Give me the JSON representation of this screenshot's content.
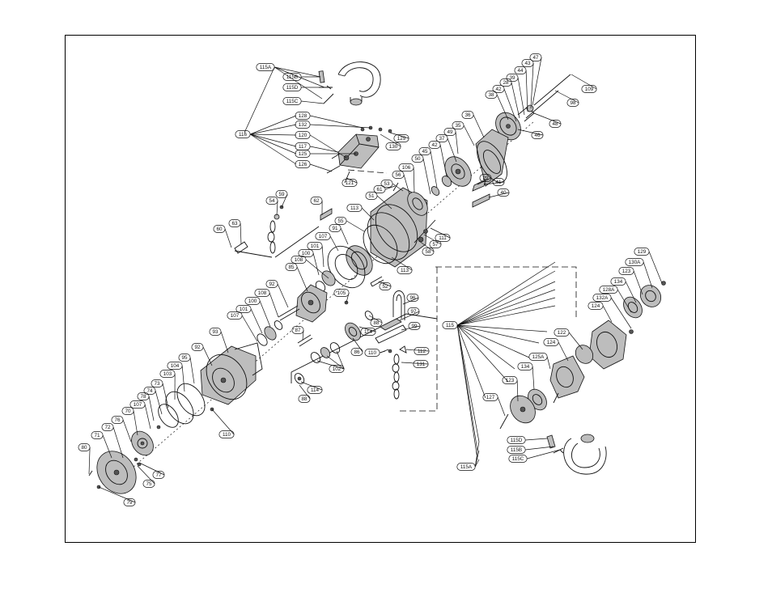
{
  "callouts": [
    {
      "label": "115A"
    },
    {
      "label": "115B"
    },
    {
      "label": "115D"
    },
    {
      "label": "115C"
    },
    {
      "label": "116"
    },
    {
      "label": "128"
    },
    {
      "label": "132"
    },
    {
      "label": "120"
    },
    {
      "label": "117"
    },
    {
      "label": "125"
    },
    {
      "label": "126"
    },
    {
      "label": "129"
    },
    {
      "label": "130"
    },
    {
      "label": "121"
    },
    {
      "label": "47"
    },
    {
      "label": "43"
    },
    {
      "label": "44"
    },
    {
      "label": "39"
    },
    {
      "label": "28"
    },
    {
      "label": "42"
    },
    {
      "label": "38"
    },
    {
      "label": "109"
    },
    {
      "label": "98"
    },
    {
      "label": "48"
    },
    {
      "label": "46"
    },
    {
      "label": "36"
    },
    {
      "label": "35"
    },
    {
      "label": "49"
    },
    {
      "label": "37"
    },
    {
      "label": "42"
    },
    {
      "label": "45"
    },
    {
      "label": "50"
    },
    {
      "label": "29"
    },
    {
      "label": "41"
    },
    {
      "label": "40"
    },
    {
      "label": "106"
    },
    {
      "label": "56"
    },
    {
      "label": "53"
    },
    {
      "label": "61"
    },
    {
      "label": "51"
    },
    {
      "label": "113"
    },
    {
      "label": "62"
    },
    {
      "label": "59"
    },
    {
      "label": "54"
    },
    {
      "label": "63"
    },
    {
      "label": "60"
    },
    {
      "label": "55"
    },
    {
      "label": "111"
    },
    {
      "label": "57"
    },
    {
      "label": "58"
    },
    {
      "label": "91"
    },
    {
      "label": "107"
    },
    {
      "label": "101"
    },
    {
      "label": "100"
    },
    {
      "label": "108"
    },
    {
      "label": "85"
    },
    {
      "label": "113"
    },
    {
      "label": "52"
    },
    {
      "label": "92"
    },
    {
      "label": "105"
    },
    {
      "label": "108"
    },
    {
      "label": "100"
    },
    {
      "label": "101"
    },
    {
      "label": "107"
    },
    {
      "label": "96"
    },
    {
      "label": "88"
    },
    {
      "label": "97"
    },
    {
      "label": "99"
    },
    {
      "label": "114"
    },
    {
      "label": "86"
    },
    {
      "label": "87"
    },
    {
      "label": "112"
    },
    {
      "label": "110"
    },
    {
      "label": "102"
    },
    {
      "label": "131"
    },
    {
      "label": "93"
    },
    {
      "label": "114"
    },
    {
      "label": "88"
    },
    {
      "label": "92"
    },
    {
      "label": "95"
    },
    {
      "label": "104"
    },
    {
      "label": "103"
    },
    {
      "label": "73"
    },
    {
      "label": "74"
    },
    {
      "label": "78"
    },
    {
      "label": "107"
    },
    {
      "label": "110"
    },
    {
      "label": "70"
    },
    {
      "label": "76"
    },
    {
      "label": "72"
    },
    {
      "label": "71"
    },
    {
      "label": "80"
    },
    {
      "label": "77"
    },
    {
      "label": "75"
    },
    {
      "label": "79"
    },
    {
      "label": "129"
    },
    {
      "label": "130A"
    },
    {
      "label": "123"
    },
    {
      "label": "134"
    },
    {
      "label": "128A"
    },
    {
      "label": "132A"
    },
    {
      "label": "124"
    },
    {
      "label": "115"
    },
    {
      "label": "122"
    },
    {
      "label": "124"
    },
    {
      "label": "125A"
    },
    {
      "label": "134"
    },
    {
      "label": "123"
    },
    {
      "label": "127"
    },
    {
      "label": "115D"
    },
    {
      "label": "115B"
    },
    {
      "label": "115C"
    },
    {
      "label": "115A"
    }
  ]
}
